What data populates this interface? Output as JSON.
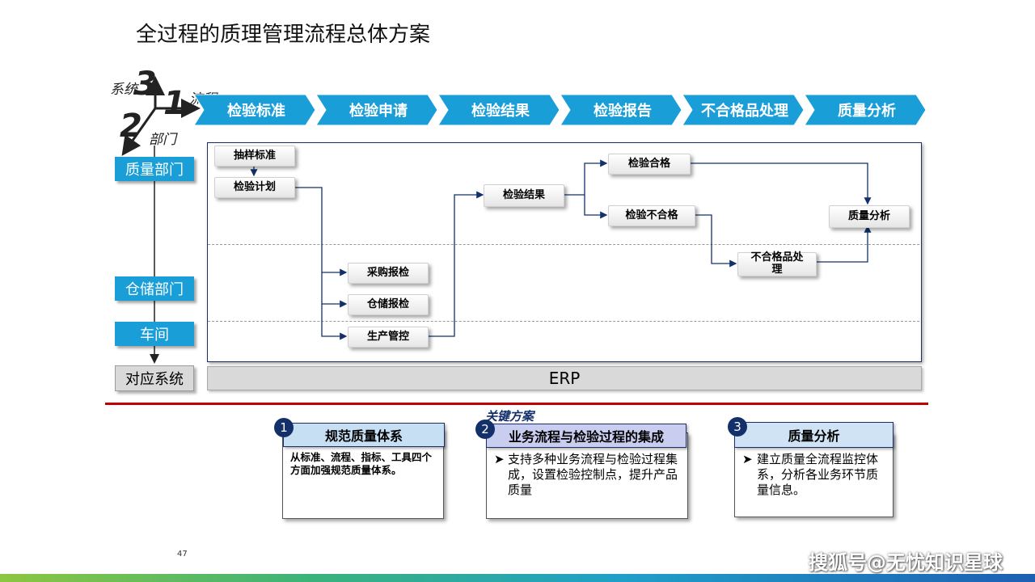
{
  "title": "全过程的质理管理流程总体方案",
  "axis": {
    "num3": "3",
    "label3": "系统",
    "num1": "1",
    "label1": "流程",
    "num2": "2",
    "label2": "部门"
  },
  "process_steps": [
    "检验标准",
    "检验申请",
    "检验结果",
    "检验报告",
    "不合格品处理",
    "质量分析"
  ],
  "departments": {
    "quality": "质量部门",
    "warehouse": "仓储部门",
    "workshop": "车间",
    "system_label": "对应系统"
  },
  "erp": "ERP",
  "nodes": {
    "sampling_standard": "抽样标准",
    "inspection_plan": "检验计划",
    "purchase_inspection": "采购报检",
    "warehouse_inspection": "仓储报检",
    "production_control": "生产管控",
    "inspection_result": "检验结果",
    "inspection_pass": "检验合格",
    "inspection_fail": "检验不合格",
    "nonconforming_line1": "不合格品处",
    "nonconforming_line2": "理",
    "quality_analysis": "质量分析"
  },
  "key_solution": "关键方案",
  "cards": [
    {
      "num": "1",
      "title": "规范质量体系",
      "text": "从标准、流程、指标、工具四个方面加强规范质量体系。"
    },
    {
      "num": "2",
      "title": "业务流程与检验过程的集成",
      "text": "支持多种业务流程与检验过程集成，设置检验控制点，提升产品质量"
    },
    {
      "num": "3",
      "title": "质量分析",
      "text": "建立质量全流程监控体系，分析各业务环节质量信息。"
    }
  ],
  "bullet": "➤",
  "page_number": "47",
  "watermark": "搜狐号@无忧知识星球",
  "colors": {
    "chevron": "#1a9ed8",
    "department": "#1a9ed8",
    "navy": "#13306b",
    "red_rule": "#c00000",
    "card1_head": "#c6dff2",
    "card2_head": "#c9cdf0",
    "card3_head": "#cfe3f5"
  }
}
